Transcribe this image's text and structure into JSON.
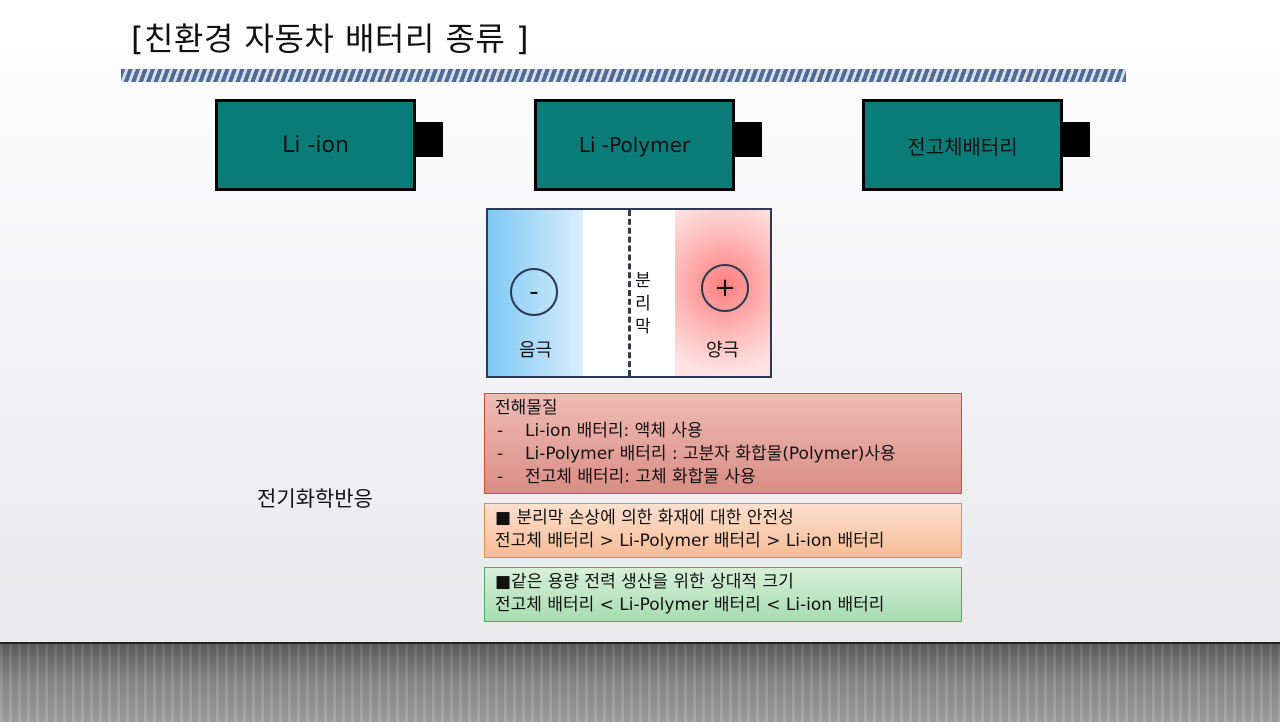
{
  "title": "[친환경 자동차 배터리 종류 ]",
  "batteries": [
    {
      "label": "Li -ion"
    },
    {
      "label": "Li -Polymer"
    },
    {
      "label": "전고체배터리"
    }
  ],
  "cell_diagram": {
    "negative_sign": "-",
    "negative_label": "음극",
    "positive_sign": "+",
    "positive_label": "양극",
    "separator_label": "분\n리\n막"
  },
  "reaction_label": "전기화학반응",
  "electrolyte_box": {
    "heading": "전해물질",
    "items": [
      "Li-ion  배터리: 액체 사용",
      "Li-Polymer 배터리 : 고분자 화합물(Polymer)사용",
      "전고체 배터리: 고체 화합물 사용"
    ]
  },
  "safety_box": {
    "heading": "■ 분리막 손상에 의한 화재에 대한  안전성",
    "comparison": "전고체 배터리 > Li-Polymer 배터리 > Li-ion 배터리"
  },
  "size_box": {
    "heading": "■같은 용량 전력 생산을 위한 상대적 크기",
    "comparison": "전고체 배터리 < Li-Polymer 배터리 < Li-ion 배터리"
  },
  "colors": {
    "battery_fill": "#0a7c78",
    "negative": "#7fc9f5",
    "positive": "#ff7e7e",
    "electrolyte_box": "#d98d85",
    "safety_box": "#f6bc96",
    "size_box": "#a7dcb0"
  }
}
